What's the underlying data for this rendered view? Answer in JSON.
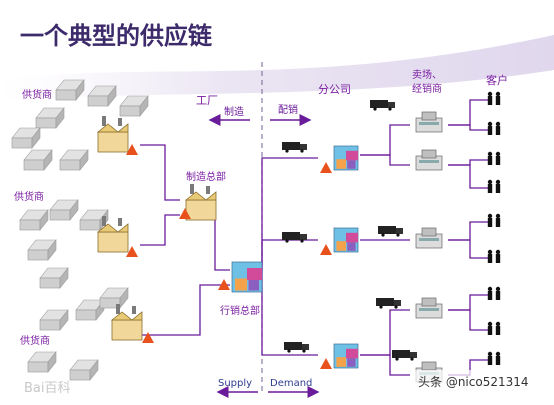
{
  "title": "一个典型的供应链",
  "sections": {
    "factory": "工厂",
    "branch": "分公司",
    "retail": "卖场、\n经销商",
    "customer": "客户"
  },
  "flows": {
    "manufacture": "制造",
    "distribution": "配销",
    "supply": "Supply",
    "demand": "Demand"
  },
  "nodes": {
    "supplier_labels": [
      "供货商",
      "供货商",
      "供货商"
    ],
    "manufacturing_hq": "制造总部",
    "marketing_hq": "行销总部"
  },
  "watermarks": {
    "baidu": "Bai百科",
    "credit": "头条 @nico521314"
  },
  "colors": {
    "title": "#3c2a6b",
    "label": "#7b1fa2",
    "line": "#6a1b9a",
    "accent": "#e8501c",
    "swoosh": "#e6dff0"
  }
}
